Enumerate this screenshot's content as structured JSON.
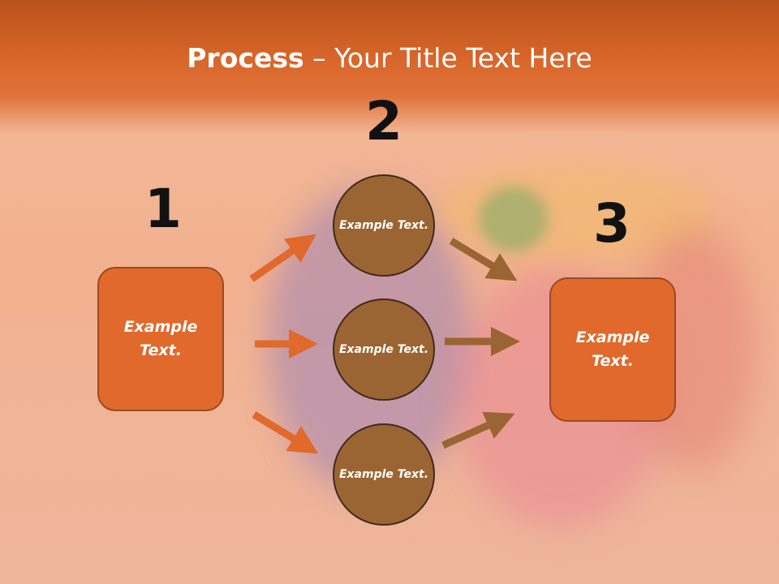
{
  "title": {
    "bold": "Process",
    "rest": " – Your Title Text Here"
  },
  "steps": [
    {
      "number": "1",
      "text": "Example Text."
    },
    {
      "number": "2",
      "text": "Example Text."
    },
    {
      "number": "3",
      "text": "Example Text."
    }
  ],
  "circles": [
    {
      "text": "Example Text."
    },
    {
      "text": "Example Text."
    },
    {
      "text": "Example Text."
    }
  ],
  "colors": {
    "header": "#d9662a",
    "box_fill": "#e0692b",
    "circle_fill": "#9b6533",
    "arrow_orange": "#e0692b",
    "arrow_brown": "#9b6533"
  }
}
